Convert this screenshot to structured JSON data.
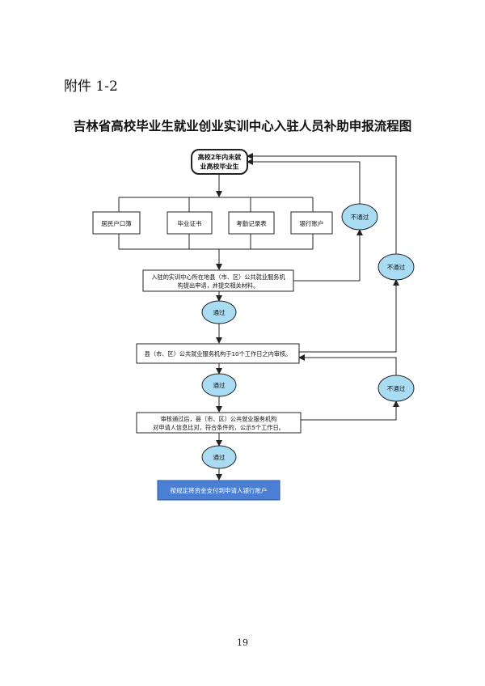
{
  "annex_label": "附件 1-2",
  "title": "吉林省高校毕业生就业创业实训中心入驻人员补助申报流程图",
  "page_number": "19",
  "flow": {
    "start_line1": "高校2年内未就",
    "start_line2": "业高校毕业生",
    "docs": [
      "居民户口簿",
      "毕业证书",
      "考勤记录表",
      "银行账户"
    ],
    "apply_line1": "入驻的实训中心所在地县（市、区）公共就业服务机",
    "apply_line2": "构提出申请，并提交相关材料。",
    "review": "县（市、区）公共就业服务机构于10个工作日之内审核。",
    "publicize_line1": "审核通过后，县（市、区）公共就业服务机构",
    "publicize_line2": "对申请人信息比对，符合条件的，公示5个工作日。",
    "final": "按规定将资金支付到申请人银行账户",
    "pass": "通过",
    "fail": "不通过"
  },
  "colors": {
    "oval_fill": "#a9dcf2",
    "final_fill": "#4a7fd4",
    "line": "#222222"
  }
}
